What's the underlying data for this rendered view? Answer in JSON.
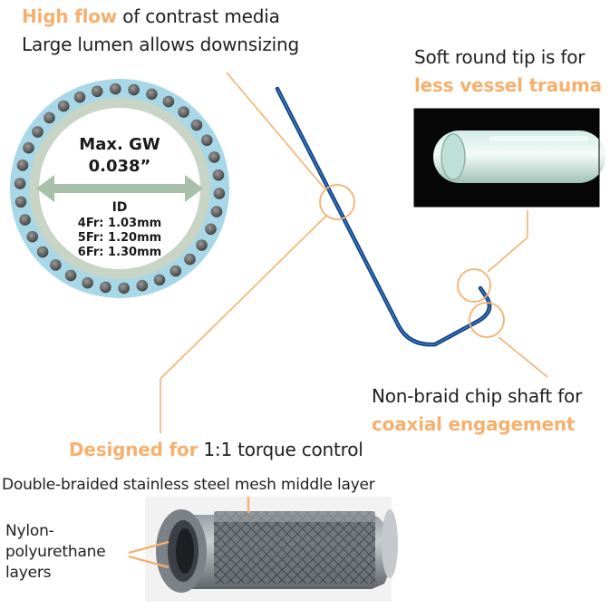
{
  "top_left": {
    "line1_highlight": "High flow",
    "line1_rest": " of contrast media",
    "line2": "Large lumen allows downsizing"
  },
  "cross_section": {
    "max_gw_label": "Max. GW",
    "max_gw_value": "0.038”",
    "id_label": "ID",
    "sizes": [
      "4Fr: 1.03mm",
      "5Fr: 1.20mm",
      "6Fr: 1.30mm"
    ]
  },
  "tip": {
    "line1": "Soft round tip is for",
    "line2_highlight": "less vessel trauma"
  },
  "shaft": {
    "line1": "Non-braid chip shaft for",
    "line2_highlight": "coaxial engagement"
  },
  "torque": {
    "highlight": "Designed for",
    "rest": " 1:1 torque control"
  },
  "layers": {
    "middle_layer": "Double-braided stainless steel mesh middle layer",
    "nylon_lines": [
      "Nylon-",
      "polyurethane",
      "layers"
    ]
  },
  "colors": {
    "accent": "#f6b06e",
    "catheter_blue": "#1c5aa6",
    "outer_ring": "#a8d8e8",
    "middle_ring": "#c8d4c6",
    "braid_dot": "#5a5a5a"
  }
}
